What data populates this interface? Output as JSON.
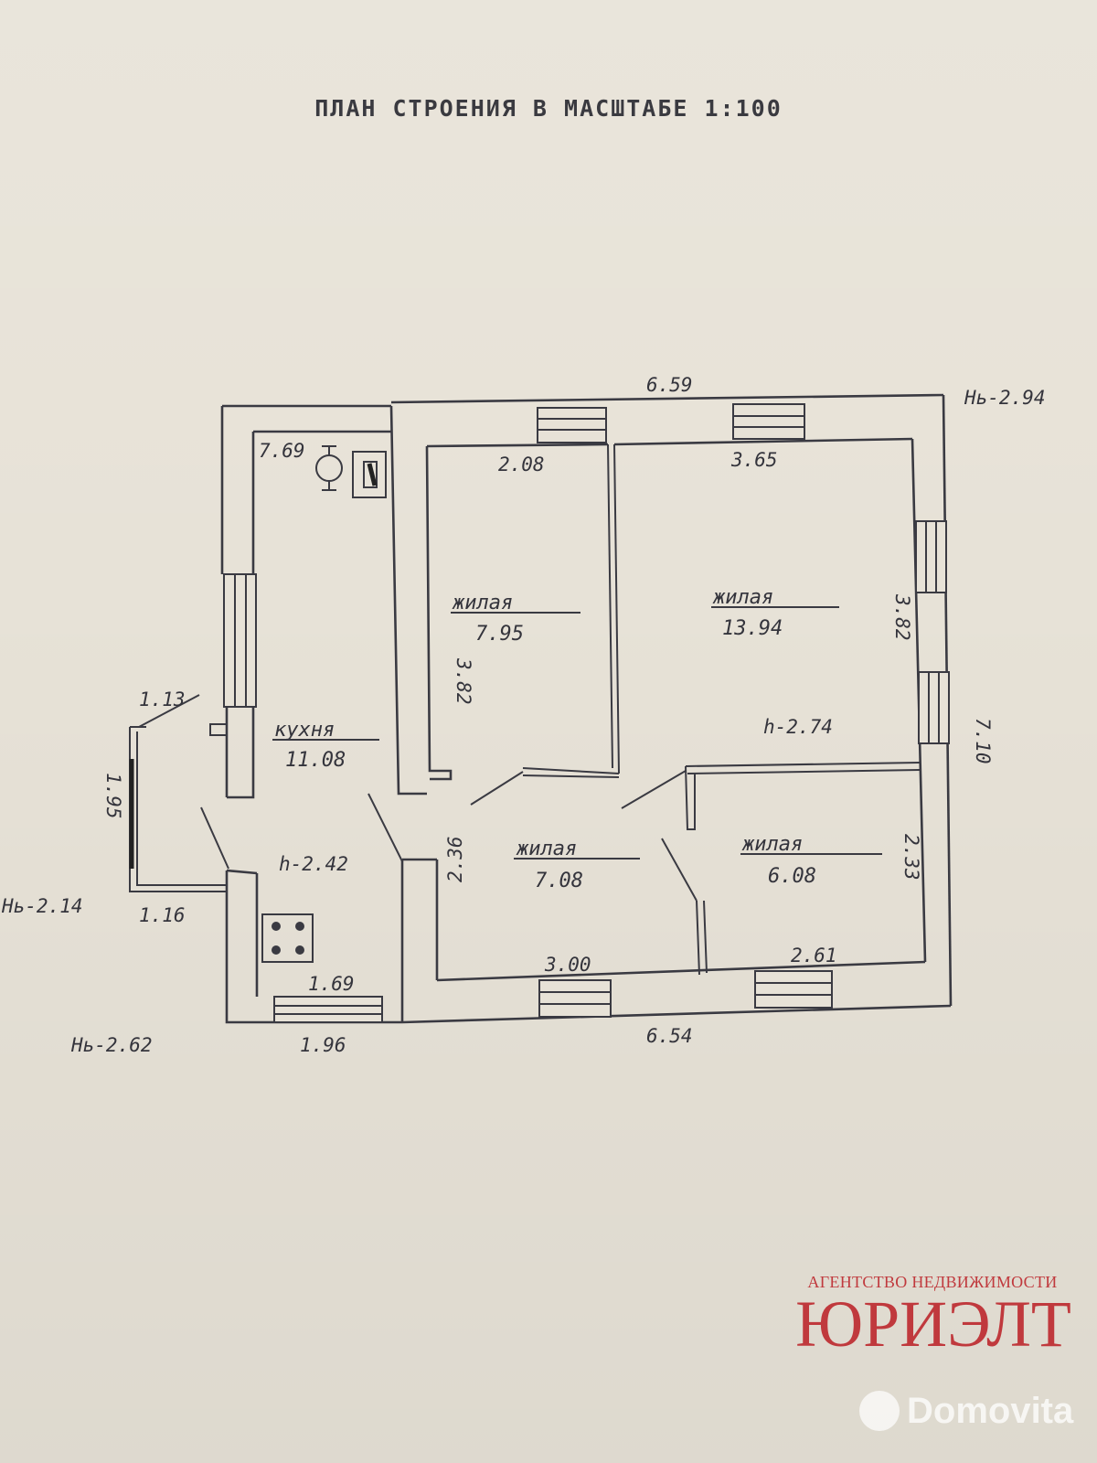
{
  "title": "ПЛАН СТРОЕНИЯ В МАСШТАБЕ 1:100",
  "dimensions": {
    "top_total": "6.59",
    "bottom_total": "6.54",
    "right_total": "7.10",
    "corridor_top": "7.69",
    "room1_width": "2.08",
    "room2_width": "3.65",
    "room1_height": "3.82",
    "room2_height": "3.82",
    "porch_top": "1.13",
    "porch_side": "1.95",
    "porch_bottom": "1.16",
    "hall_height": "2.36",
    "hall_width": "3.00",
    "room4_width": "2.61",
    "room4_height": "2.33",
    "kitchen_bottom": "1.69",
    "kitchen_outer": "1.96"
  },
  "heights": {
    "nb_top_right": "Нь-2.94",
    "nb_left": "Нь-2.14",
    "nb_bottom_left": "Нь-2.62",
    "h_kitchen": "h-2.42",
    "h_main": "h-2.74"
  },
  "rooms": {
    "r1_name": "жилая",
    "r1_area": "7.95",
    "r2_name": "жилая",
    "r2_area": "13.94",
    "kitchen_name": "кухня",
    "kitchen_area": "11.08",
    "hall_name": "жилая",
    "hall_area": "7.08",
    "r4_name": "жилая",
    "r4_area": "6.08"
  },
  "agency": {
    "subtitle": "АГЕНТСТВО НЕДВИЖИМОСТИ",
    "name": "ЮРИЭЛТ"
  },
  "watermark": "Domovita"
}
